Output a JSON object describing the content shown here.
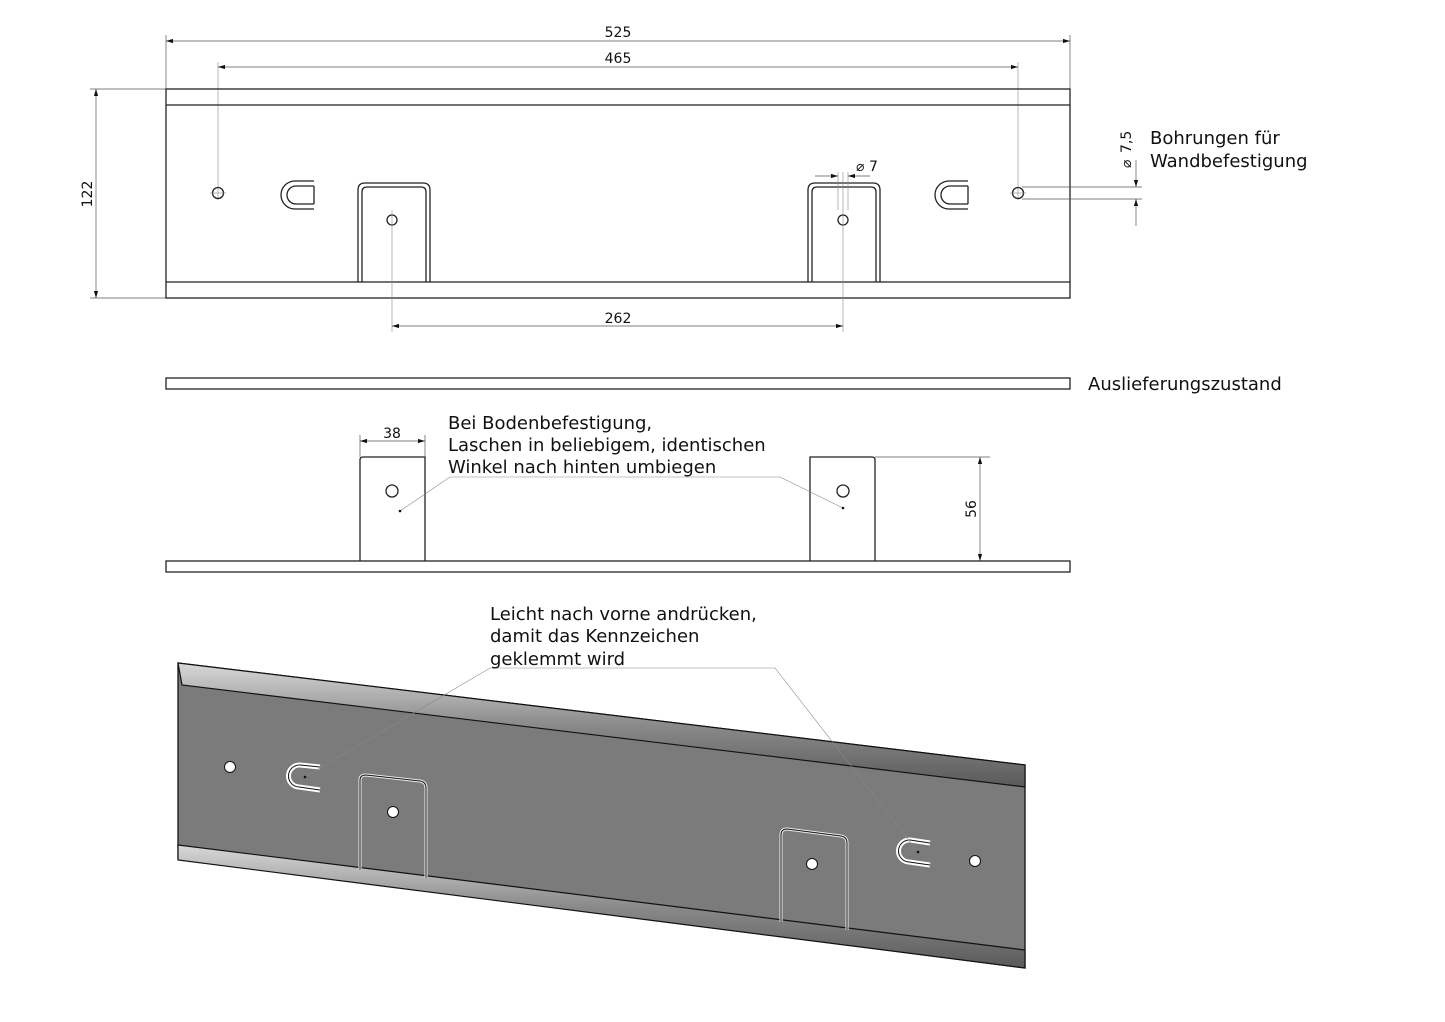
{
  "dimensions": {
    "overall_width": "525",
    "hole_spacing": "465",
    "height": "122",
    "tab_hole_spacing": "262",
    "tab_hole_diameter": "7",
    "wall_hole_diameter": "7,5",
    "tab_width": "38",
    "tab_height": "56",
    "diameter_symbol": "⌀"
  },
  "notes": {
    "wall_mount": [
      "Bohrungen für",
      "Wandbefestigung"
    ],
    "delivery_state": "Auslieferungszustand",
    "floor_mount": [
      "Bei Bodenbefestigung,",
      "Laschen in beliebigem, identischen",
      "Winkel nach hinten umbiegen"
    ],
    "press": [
      "Leicht nach vorne andrücken,",
      "damit das Kennzeichen",
      "geklemmt wird"
    ]
  },
  "colors": {
    "plate": "#7b7b7b",
    "line": "#222222"
  }
}
